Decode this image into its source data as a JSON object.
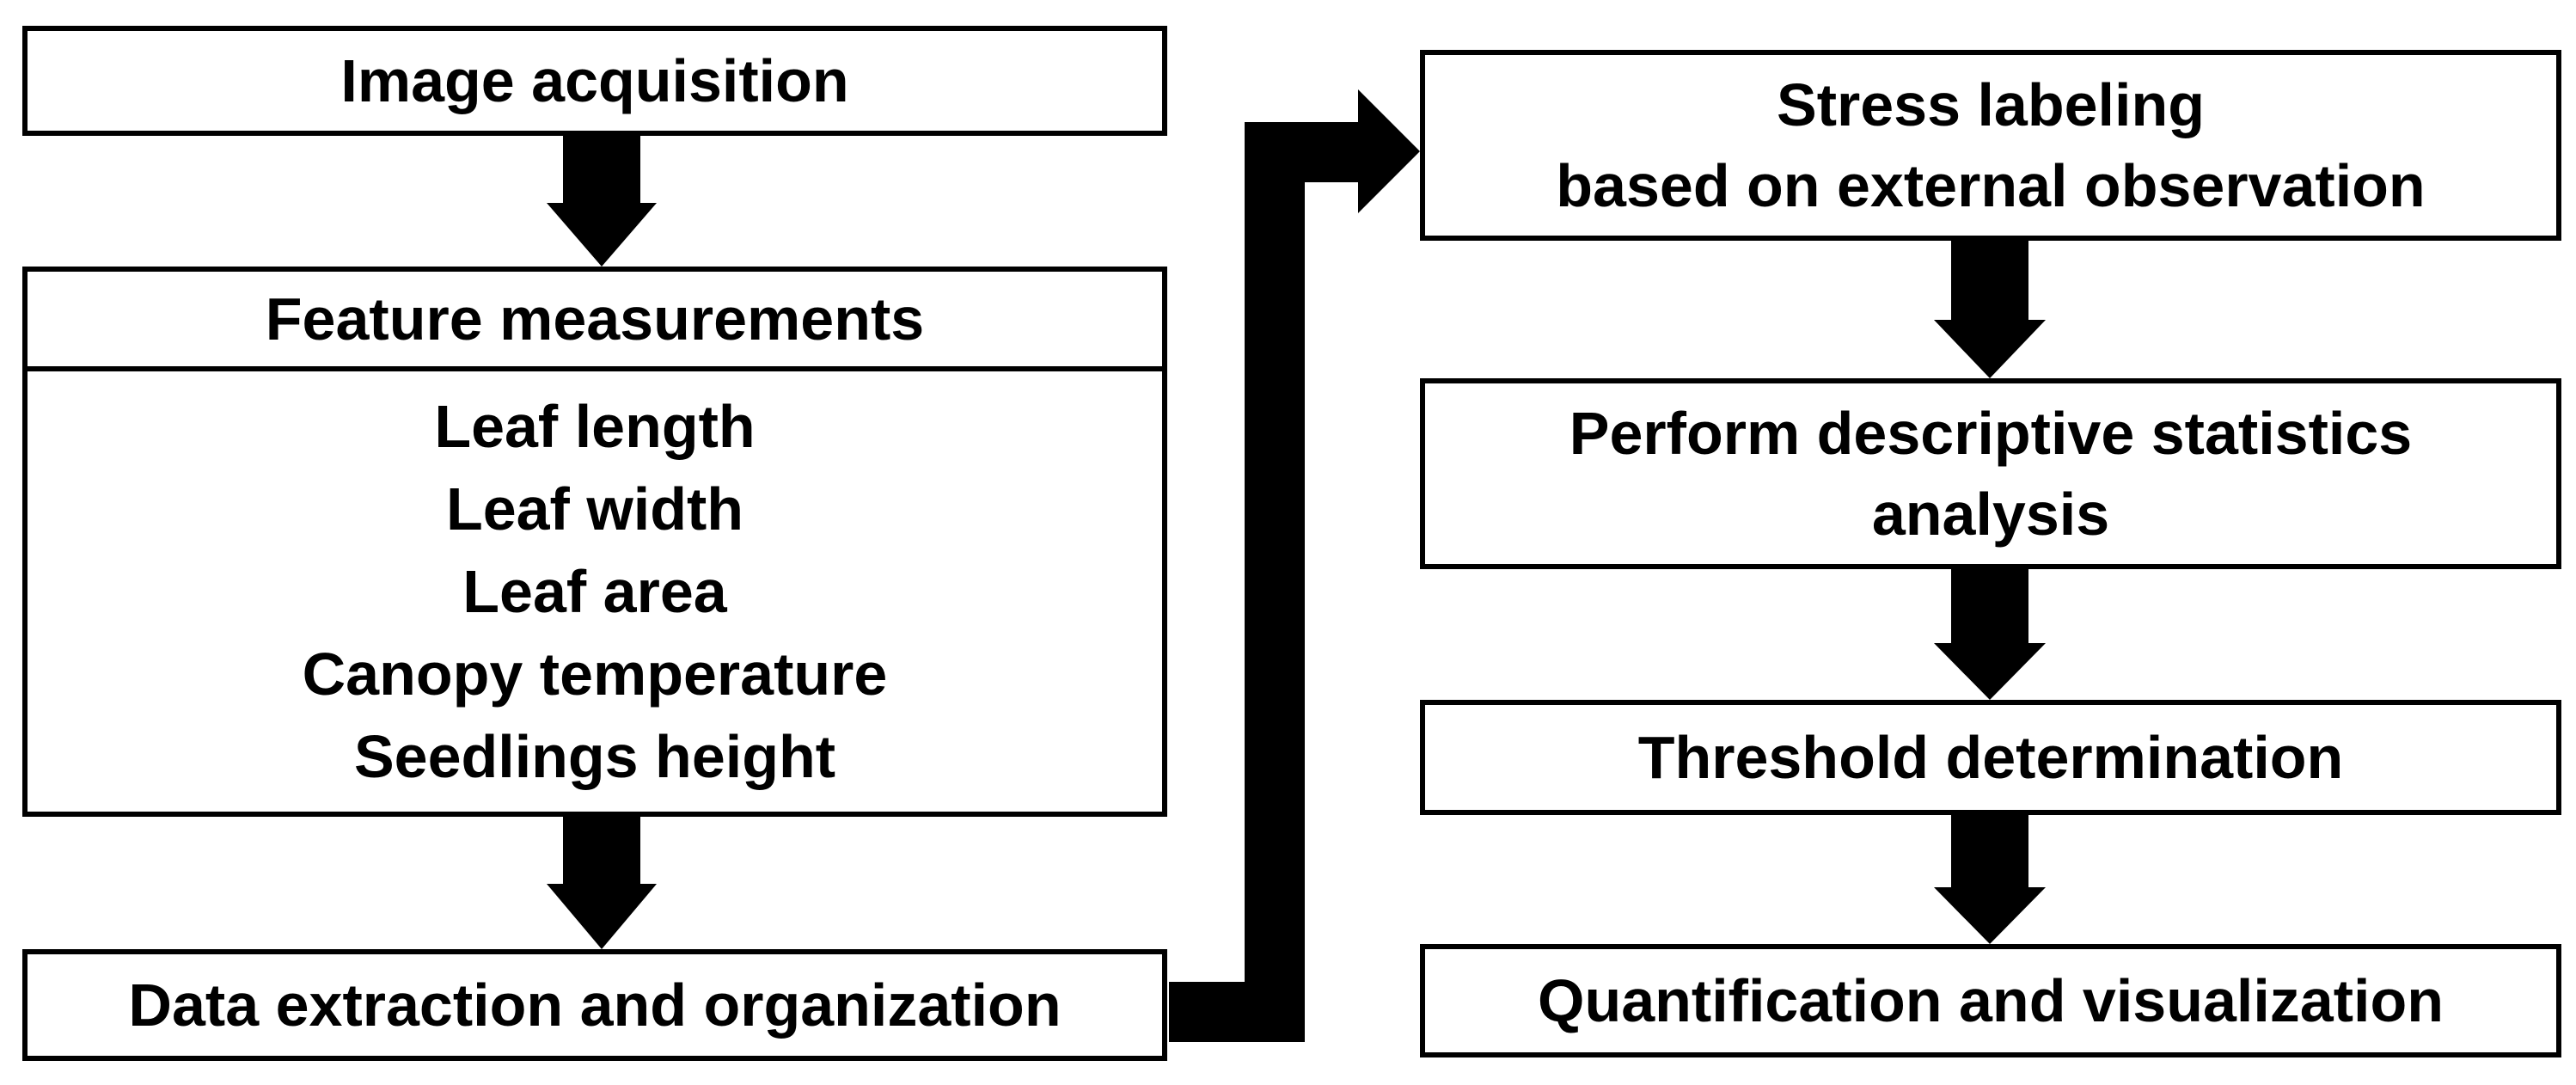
{
  "flowchart": {
    "left_column": {
      "image_acquisition": "Image acquisition",
      "feature_measurements": {
        "title": "Feature measurements",
        "items": [
          "Leaf length",
          "Leaf width",
          "Leaf area",
          "Canopy temperature",
          "Seedlings height"
        ]
      },
      "data_extraction": "Data extraction and organization"
    },
    "right_column": {
      "stress_labeling": [
        "Stress labeling",
        "based on external observation"
      ],
      "descriptive_statistics": [
        "Perform descriptive statistics",
        "analysis"
      ],
      "threshold_determination": "Threshold determination",
      "quantification": "Quantification and visualization"
    },
    "colors": {
      "stroke": "#000000",
      "fill": "#ffffff",
      "arrow": "#000000"
    }
  }
}
